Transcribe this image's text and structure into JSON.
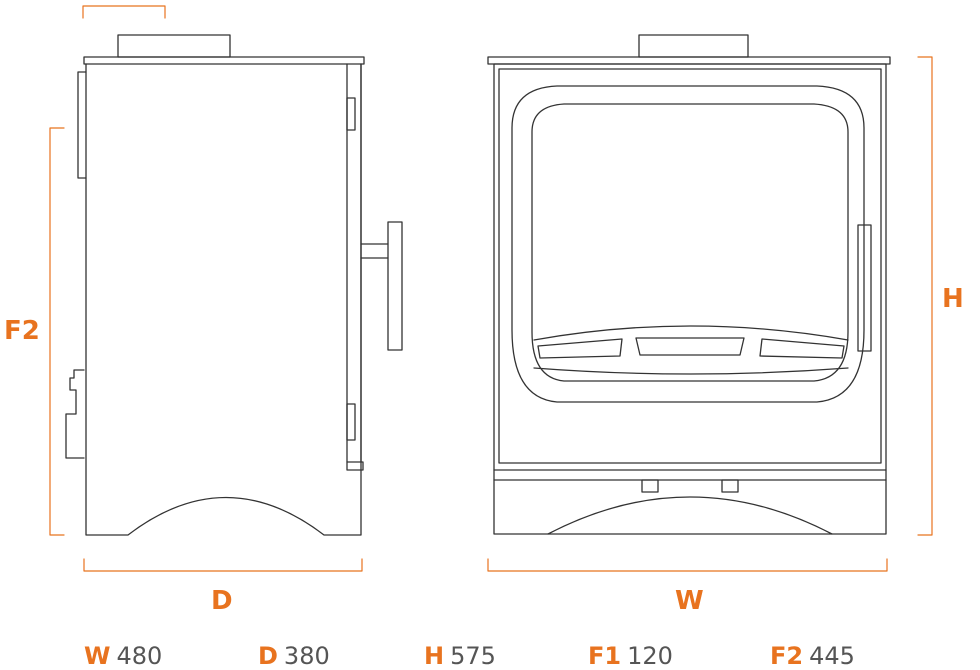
{
  "colors": {
    "accent": "#e8731f",
    "outline": "#333333",
    "value_text": "#555555"
  },
  "labels": {
    "f2": "F2",
    "h": "H",
    "d": "D",
    "w": "W"
  },
  "specs": [
    {
      "key": "W",
      "value": "480"
    },
    {
      "key": "D",
      "value": "380"
    },
    {
      "key": "H",
      "value": "575"
    },
    {
      "key": "F1",
      "value": "120"
    },
    {
      "key": "F2",
      "value": "445"
    }
  ]
}
